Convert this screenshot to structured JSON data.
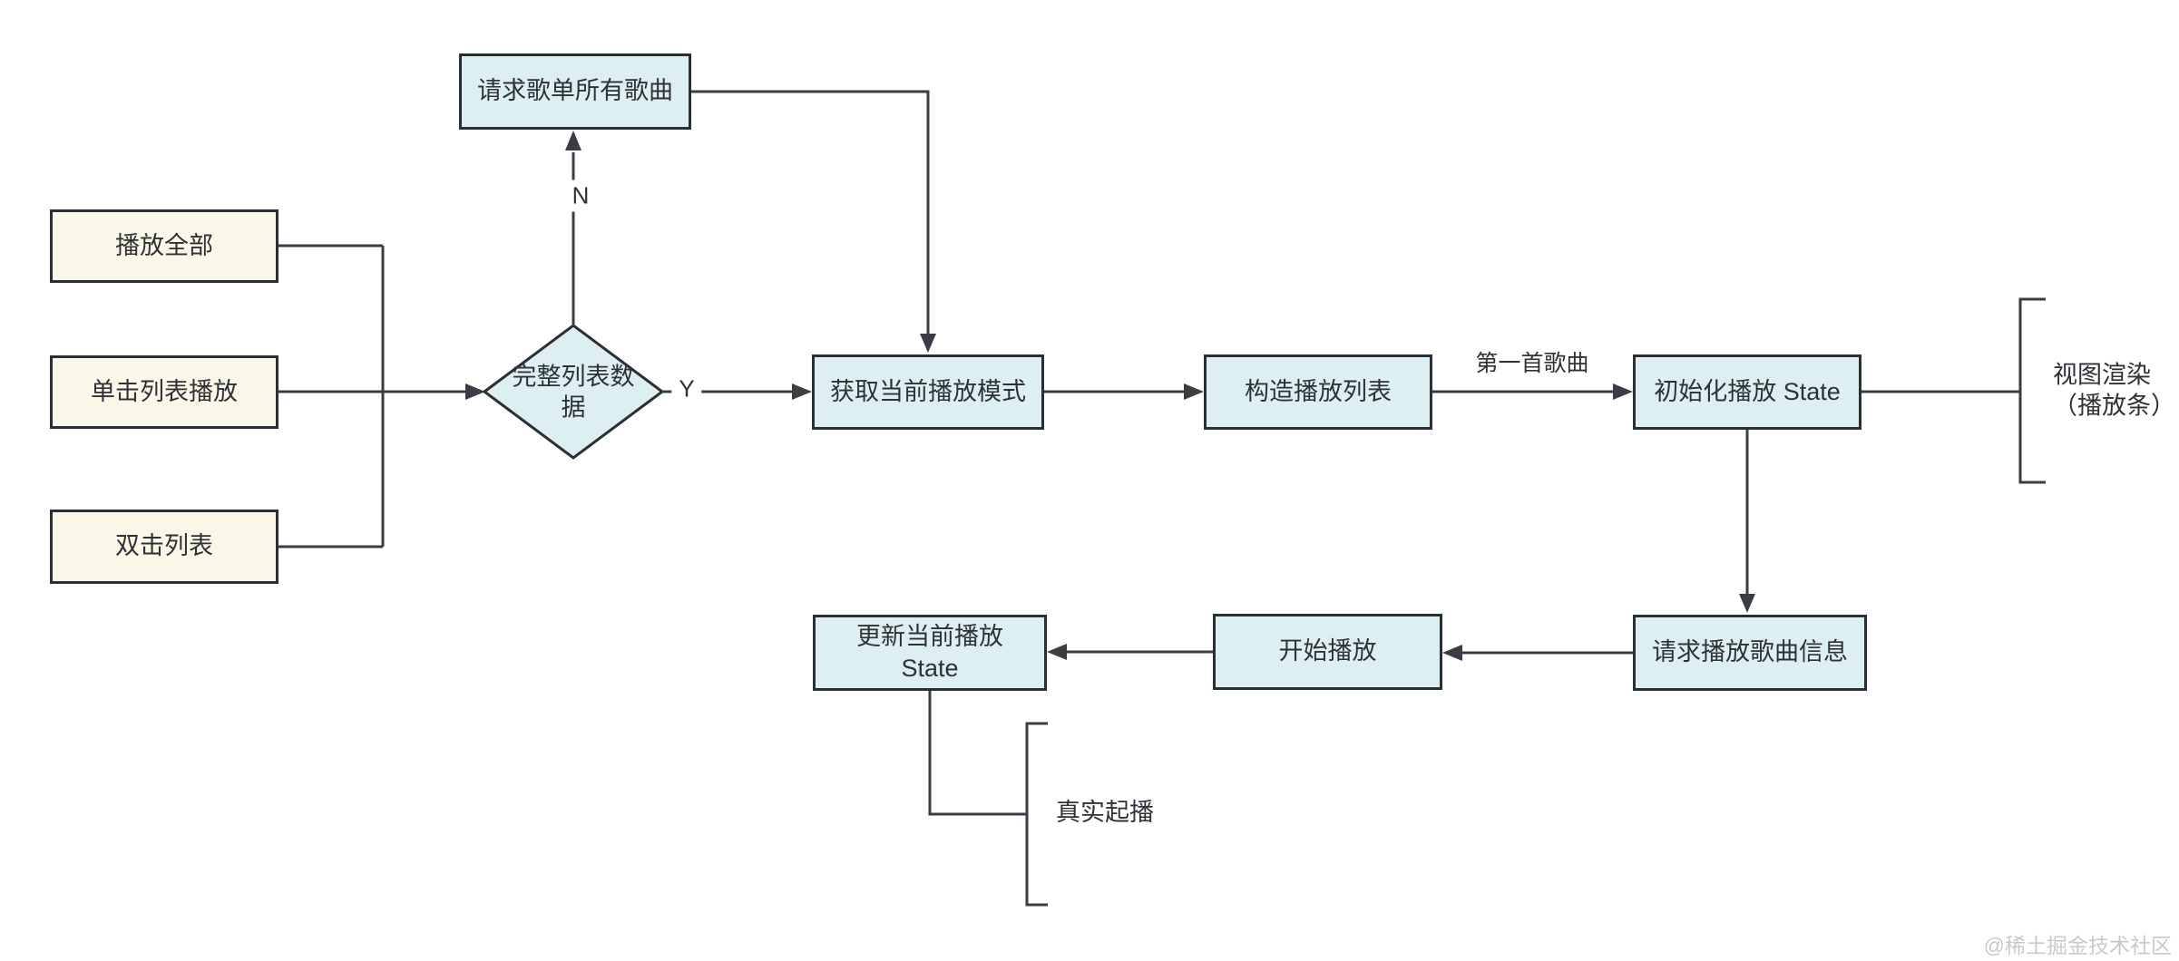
{
  "nodes": {
    "request_all_songs": {
      "label": "请求歌单所有歌曲"
    },
    "play_all": {
      "label": "播放全部"
    },
    "click_list_play": {
      "label": "单击列表播放"
    },
    "double_click_list": {
      "label": "双击列表"
    },
    "complete_list_data": {
      "label": "完整列表数据"
    },
    "get_play_mode": {
      "label": "获取当前播放模式"
    },
    "build_playlist": {
      "label": "构造播放列表"
    },
    "init_play_state": {
      "label": "初始化播放 State"
    },
    "request_song_info": {
      "label": "请求播放歌曲信息"
    },
    "start_play": {
      "label": "开始播放"
    },
    "update_play_state": {
      "label": "更新当前播放 State"
    }
  },
  "edge_labels": {
    "no": "N",
    "yes": "Y",
    "first_song": "第一首歌曲"
  },
  "annotations": {
    "view_render": "视图渲染\n（播放条）",
    "real_start": "真实起播"
  },
  "watermark": "@稀土掘金技术社区",
  "colors": {
    "process_fill": "#ddeff1",
    "trigger_fill": "#faf6e8",
    "stroke": "#2b2f35",
    "line": "#3a3e44",
    "text": "#2e3237",
    "watermark": "#c9c9c9",
    "background": "#ffffff"
  }
}
